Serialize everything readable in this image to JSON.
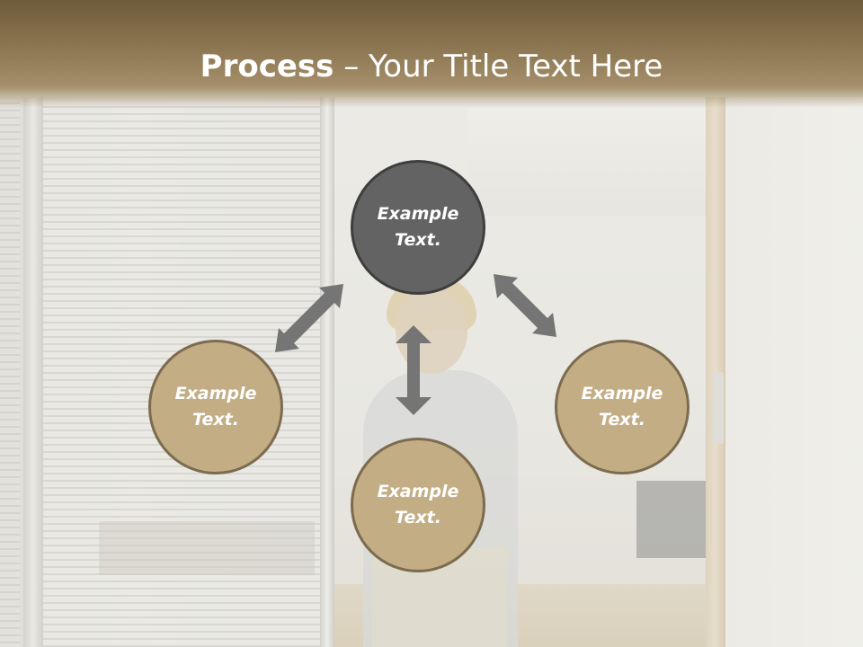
{
  "slide": {
    "title_bold": "Process",
    "title_separator": " – ",
    "title_rest": "Your Title Text Here"
  },
  "diagram": {
    "nodes": {
      "top": {
        "line1": "Example",
        "line2": "Text."
      },
      "left": {
        "line1": "Example",
        "line2": "Text."
      },
      "bottom": {
        "line1": "Example",
        "line2": "Text."
      },
      "right": {
        "line1": "Example",
        "line2": "Text."
      }
    },
    "connectors": [
      {
        "from": "top",
        "to": "left",
        "style": "double-arrow"
      },
      {
        "from": "top",
        "to": "bottom",
        "style": "double-arrow"
      },
      {
        "from": "top",
        "to": "right",
        "style": "double-arrow"
      }
    ]
  },
  "colors": {
    "header": "#8d7753",
    "center_node": "#636363",
    "outer_node": "#c3ad84",
    "outer_node_border": "#7c6b4f",
    "arrow": "#757575"
  }
}
